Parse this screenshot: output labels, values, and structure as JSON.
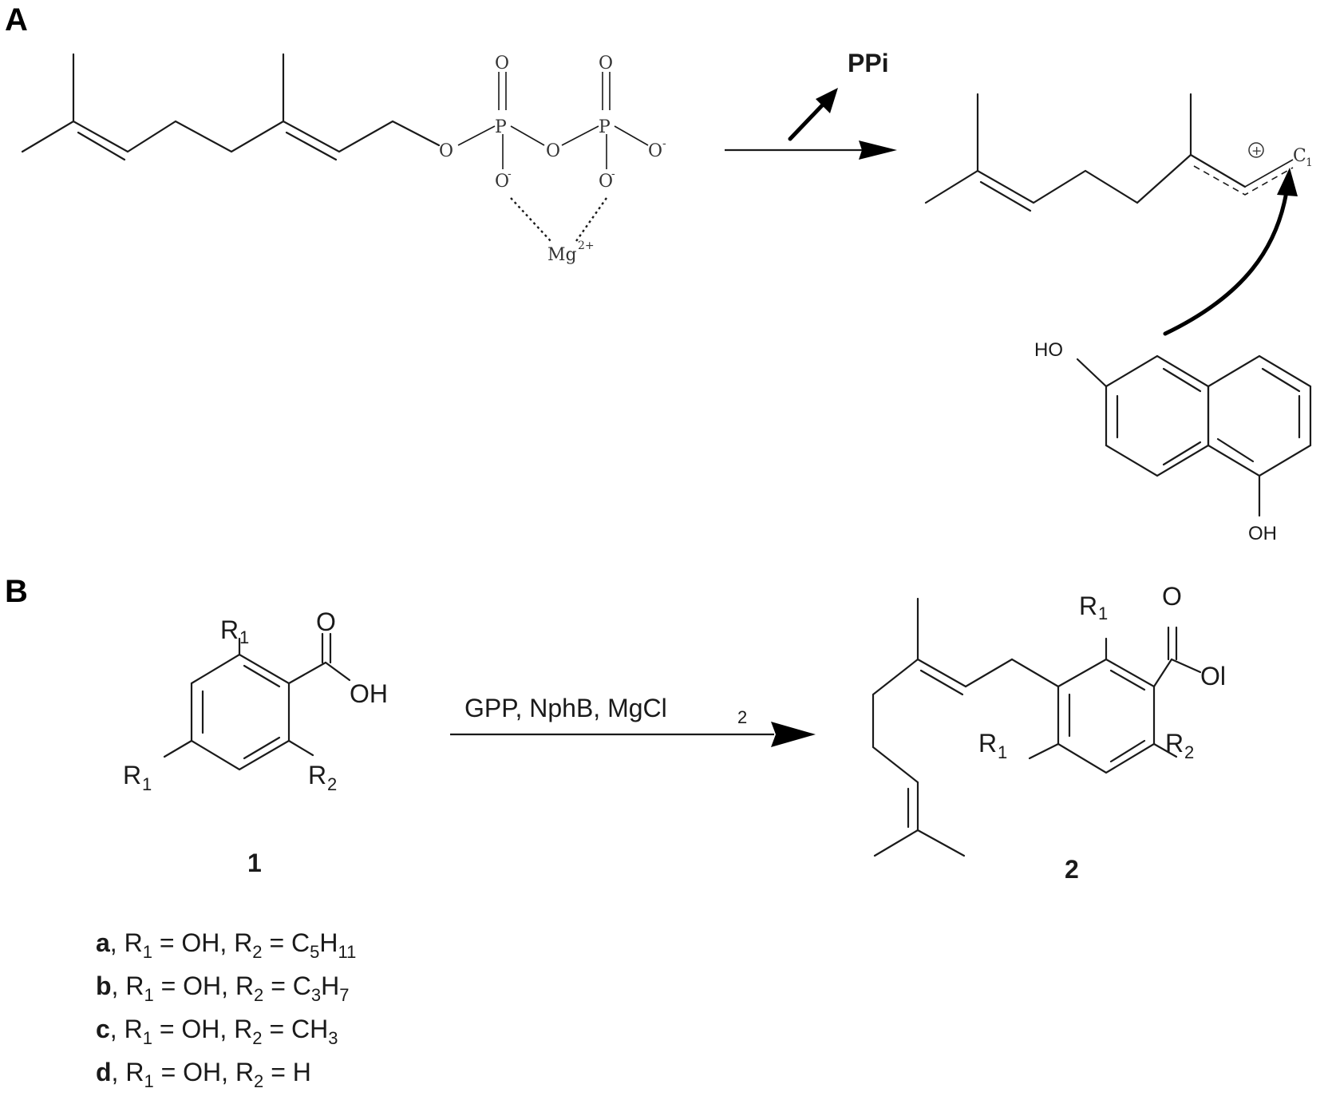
{
  "panel_a": {
    "label": "A",
    "atoms": {
      "o_bridge1": "O",
      "p1": "P",
      "o_top1": "O",
      "o_bridge2": "O",
      "p2": "P",
      "o_top2": "O",
      "o_minus_right": "O",
      "o_minus_left_low": "O",
      "o_minus_right_low": "O",
      "minus": "-",
      "mg": "Mg",
      "mg_charge": "2+"
    },
    "ppi": "PPi",
    "cation": {
      "plus": "+",
      "c1": "C",
      "c1_sub": "1"
    },
    "naphthol": {
      "ho": "HO",
      "oh": "OH"
    }
  },
  "panel_b": {
    "label": "B",
    "compound1": {
      "r1_top": "R",
      "r1_top_sub": "1",
      "o": "O",
      "oh": "OH",
      "r1_left": "R",
      "r1_left_sub": "1",
      "r2": "R",
      "r2_sub": "2",
      "number": "1"
    },
    "reagents": {
      "text": "GPP,  NphB, MgCl",
      "sub": "2"
    },
    "compound2": {
      "r1_top": "R",
      "r1_top_sub": "1",
      "o": "O",
      "ol": "Ol",
      "r1_left": "R",
      "r1_left_sub": "1",
      "r2": "R",
      "r2_sub": "2",
      "number": "2"
    },
    "legend": [
      {
        "letter": "a",
        "r1": "OH",
        "r2_main": "C",
        "r2_sub1": "5",
        "r2_mid": "H",
        "r2_sub2": "11"
      },
      {
        "letter": "b",
        "r1": "OH",
        "r2_main": "C",
        "r2_sub1": "3",
        "r2_mid": "H",
        "r2_sub2": "7"
      },
      {
        "letter": "c",
        "r1": "OH",
        "r2_main": "CH",
        "r2_sub1": "3",
        "r2_mid": "",
        "r2_sub2": ""
      },
      {
        "letter": "d",
        "r1": "OH",
        "r2_main": "H",
        "r2_sub1": "",
        "r2_mid": "",
        "r2_sub2": ""
      }
    ],
    "legend_text": {
      "sep": ", R",
      "r1_sub": "1",
      "eq": " = ",
      "r2_prefix": ", R",
      "r2_sub": "2"
    }
  }
}
